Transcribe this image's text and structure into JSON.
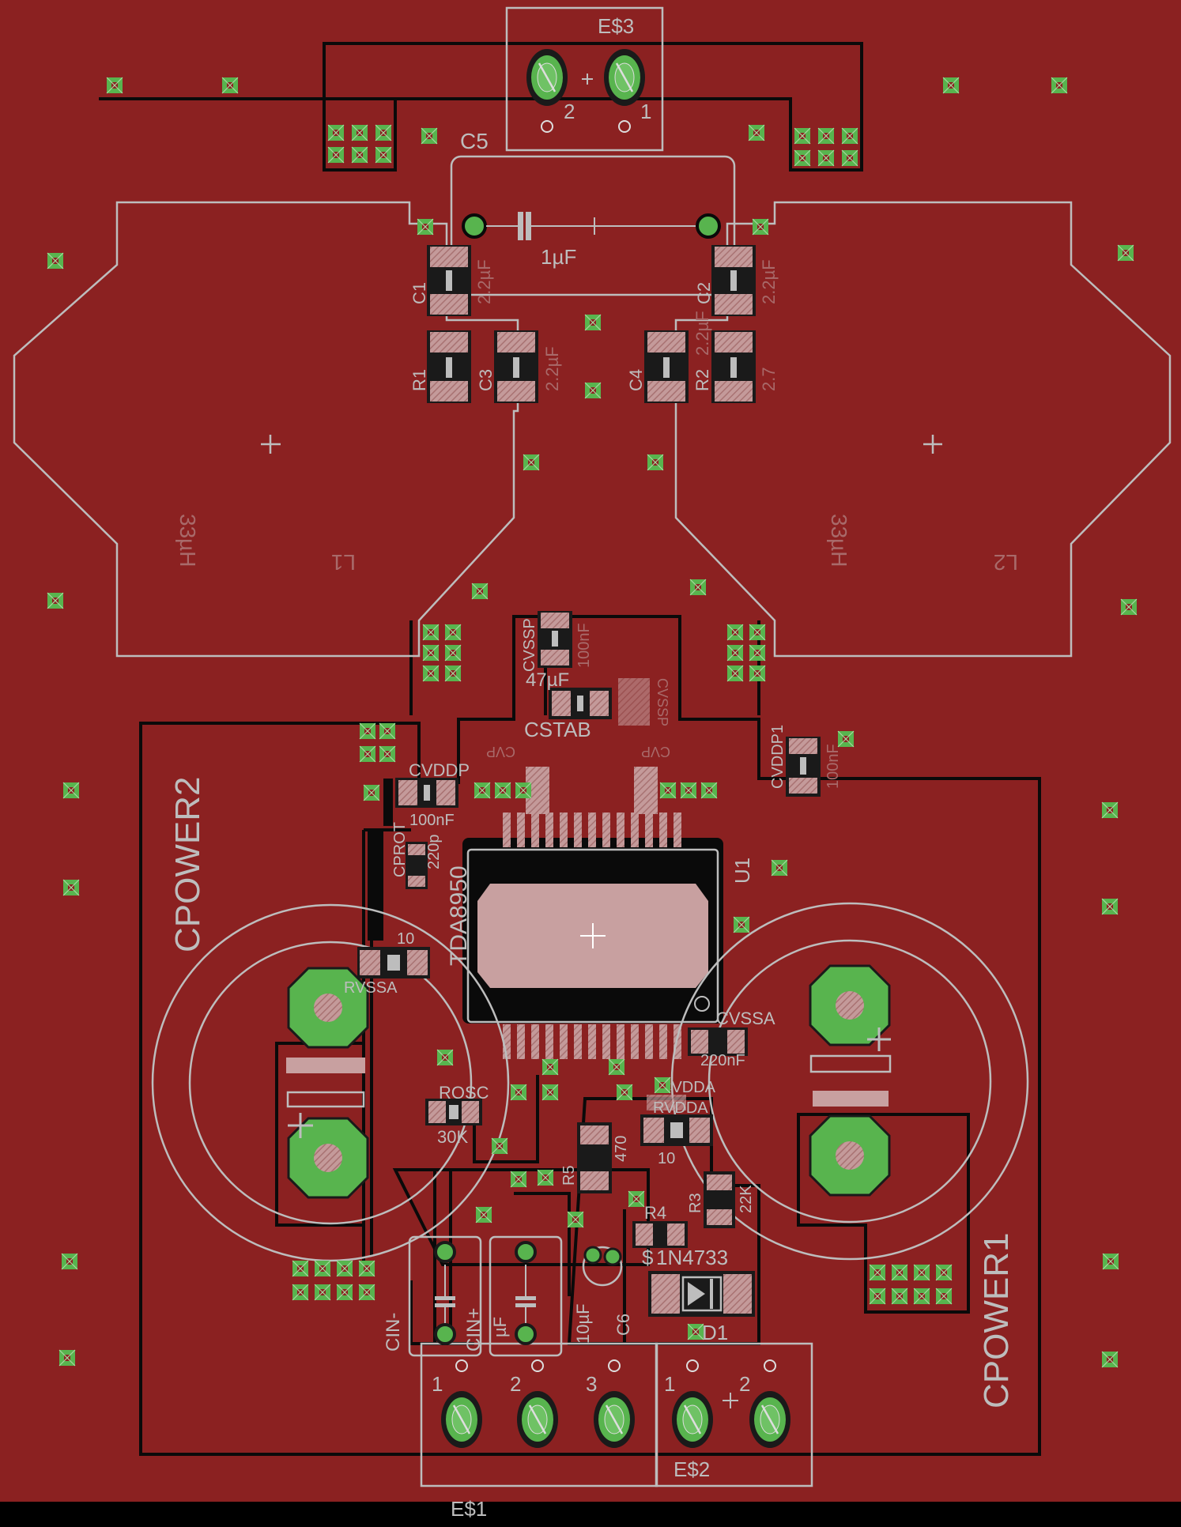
{
  "board": {
    "colors": {
      "background": "#000000",
      "copper": "#8b2121",
      "silk": "#bdbdbd",
      "trace": "#0a0a0a",
      "pad_green": "#52a84a",
      "smd_pad": "#c8a0a0"
    }
  },
  "connectors": {
    "es3": {
      "name": "E$3",
      "pin1": "1",
      "pin2": "2"
    },
    "es1": {
      "name": "E$1",
      "pin1": "1",
      "pin2": "2",
      "pin3": "3"
    },
    "es2": {
      "name": "E$2",
      "pin1": "1",
      "pin2": "2"
    }
  },
  "components": {
    "c5": {
      "name": "C5",
      "value": "1µF"
    },
    "c1": {
      "name": "C1",
      "value": "2.2µF"
    },
    "c2": {
      "name": "C2",
      "value": "2.2µF"
    },
    "r1": {
      "name": "R1"
    },
    "c3": {
      "name": "C3",
      "value": "2.2µF"
    },
    "c4": {
      "name": "C4"
    },
    "r2": {
      "name": "R2",
      "value_a": "2.2µF",
      "value_b": "2.7"
    },
    "l1": {
      "name": "L1",
      "value": "33µH"
    },
    "l2": {
      "name": "L2",
      "value": "33µH"
    },
    "cvssp": {
      "name": "CVSSP",
      "value": "100nF"
    },
    "cvssp_mirror": {
      "name": "CVSSP"
    },
    "cstab": {
      "name": "CSTAB",
      "value": "47µF"
    },
    "cvddp": {
      "name": "CVDDP",
      "value": "100nF"
    },
    "cvddp1": {
      "name": "CVDDP1",
      "value": "100nF"
    },
    "cvp_a": {
      "name": "CVP"
    },
    "cvp_b": {
      "name": "CVP"
    },
    "cprot": {
      "name": "CPROT",
      "value": "220p"
    },
    "u1": {
      "name": "U1",
      "part": "TDA8950"
    },
    "cpower1": {
      "name": "CPOWER1"
    },
    "cpower2": {
      "name": "CPOWER2"
    },
    "rvssa": {
      "name": "RVSSA",
      "value": "10"
    },
    "rosc": {
      "name": "ROSC",
      "value": "30K"
    },
    "cvssa": {
      "name": "CVSSA",
      "value": "220nF"
    },
    "cvdda": {
      "name": "CVDDA"
    },
    "rvdda": {
      "name": "RVDDA",
      "value": "10"
    },
    "r5": {
      "name": "R5",
      "value": "470"
    },
    "r3": {
      "name": "R3",
      "value": "22K"
    },
    "r4": {
      "name": "R4"
    },
    "d1": {
      "name": "D1",
      "part": "1N4733"
    },
    "c6": {
      "name": "C6",
      "value": "10µF"
    },
    "cin_minus": {
      "name": "CIN-"
    },
    "cin_plus": {
      "name": "CIN+",
      "value": "µF"
    },
    "s_prefix": {
      "name": "$"
    }
  }
}
